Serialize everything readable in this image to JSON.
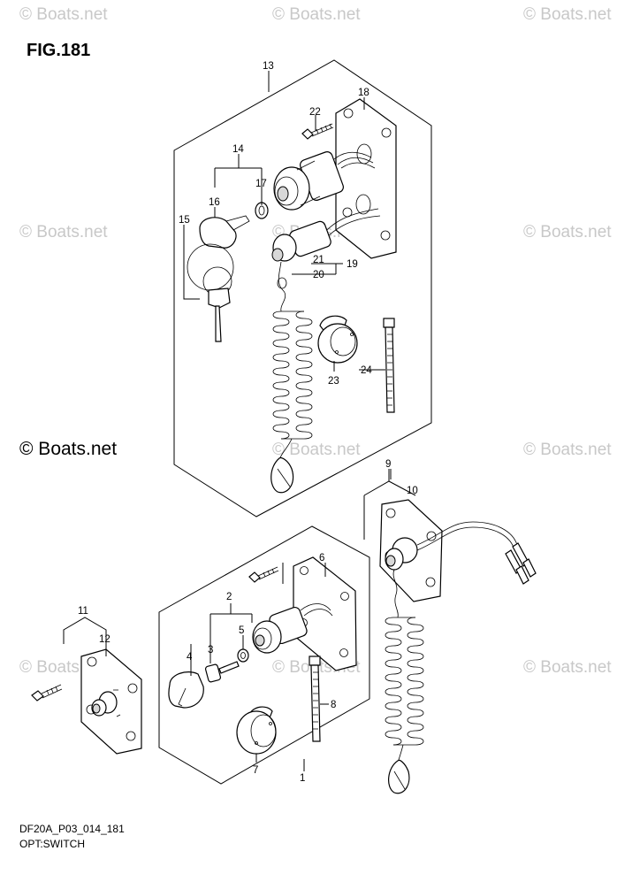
{
  "figure_title": "FIG.181",
  "watermark_text": "© Boats.net",
  "main_watermark": "© Boats.net",
  "footer": {
    "code": "DF20A_P03_014_181",
    "section": "OPT:SWITCH"
  },
  "callouts": [
    "13",
    "18",
    "22",
    "14",
    "17",
    "16",
    "15",
    "21",
    "19",
    "20",
    "24",
    "23",
    "9",
    "10",
    "6",
    "2",
    "5",
    "3",
    "4",
    "1",
    "8",
    "7",
    "11",
    "12"
  ],
  "colors": {
    "line": "#000000",
    "watermark": "#c8c8c8",
    "background": "#ffffff"
  }
}
